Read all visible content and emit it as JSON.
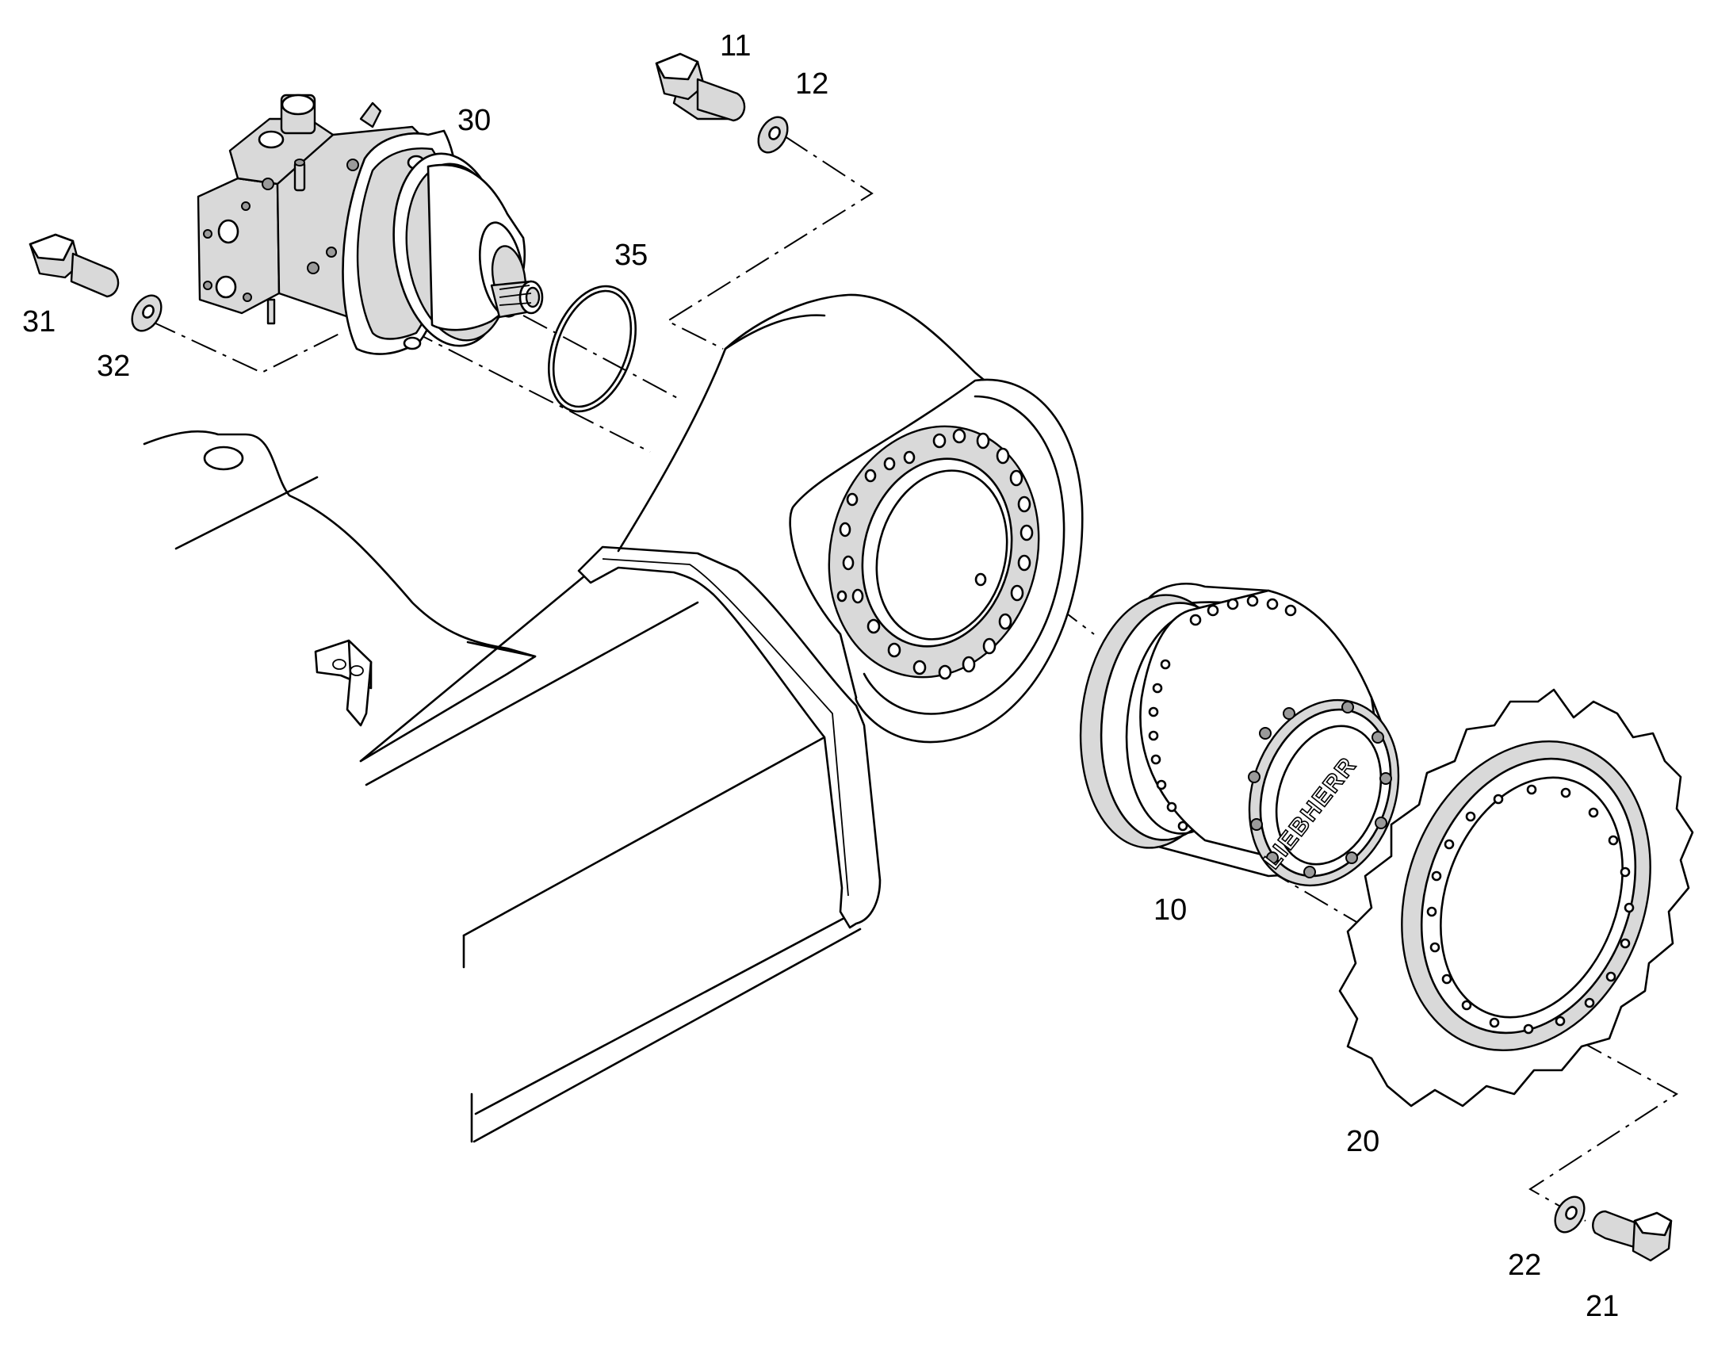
{
  "labels": {
    "travel_gearbox": "10",
    "screw_gearbox": "11",
    "washer_gearbox": "12",
    "sprocket": "20",
    "screw_sprocket": "21",
    "washer_sprocket": "22",
    "hydraulic_motor": "30",
    "screw_motor": "31",
    "washer_motor": "32",
    "o_ring": "35"
  },
  "logo_text": "LIEBHERR"
}
